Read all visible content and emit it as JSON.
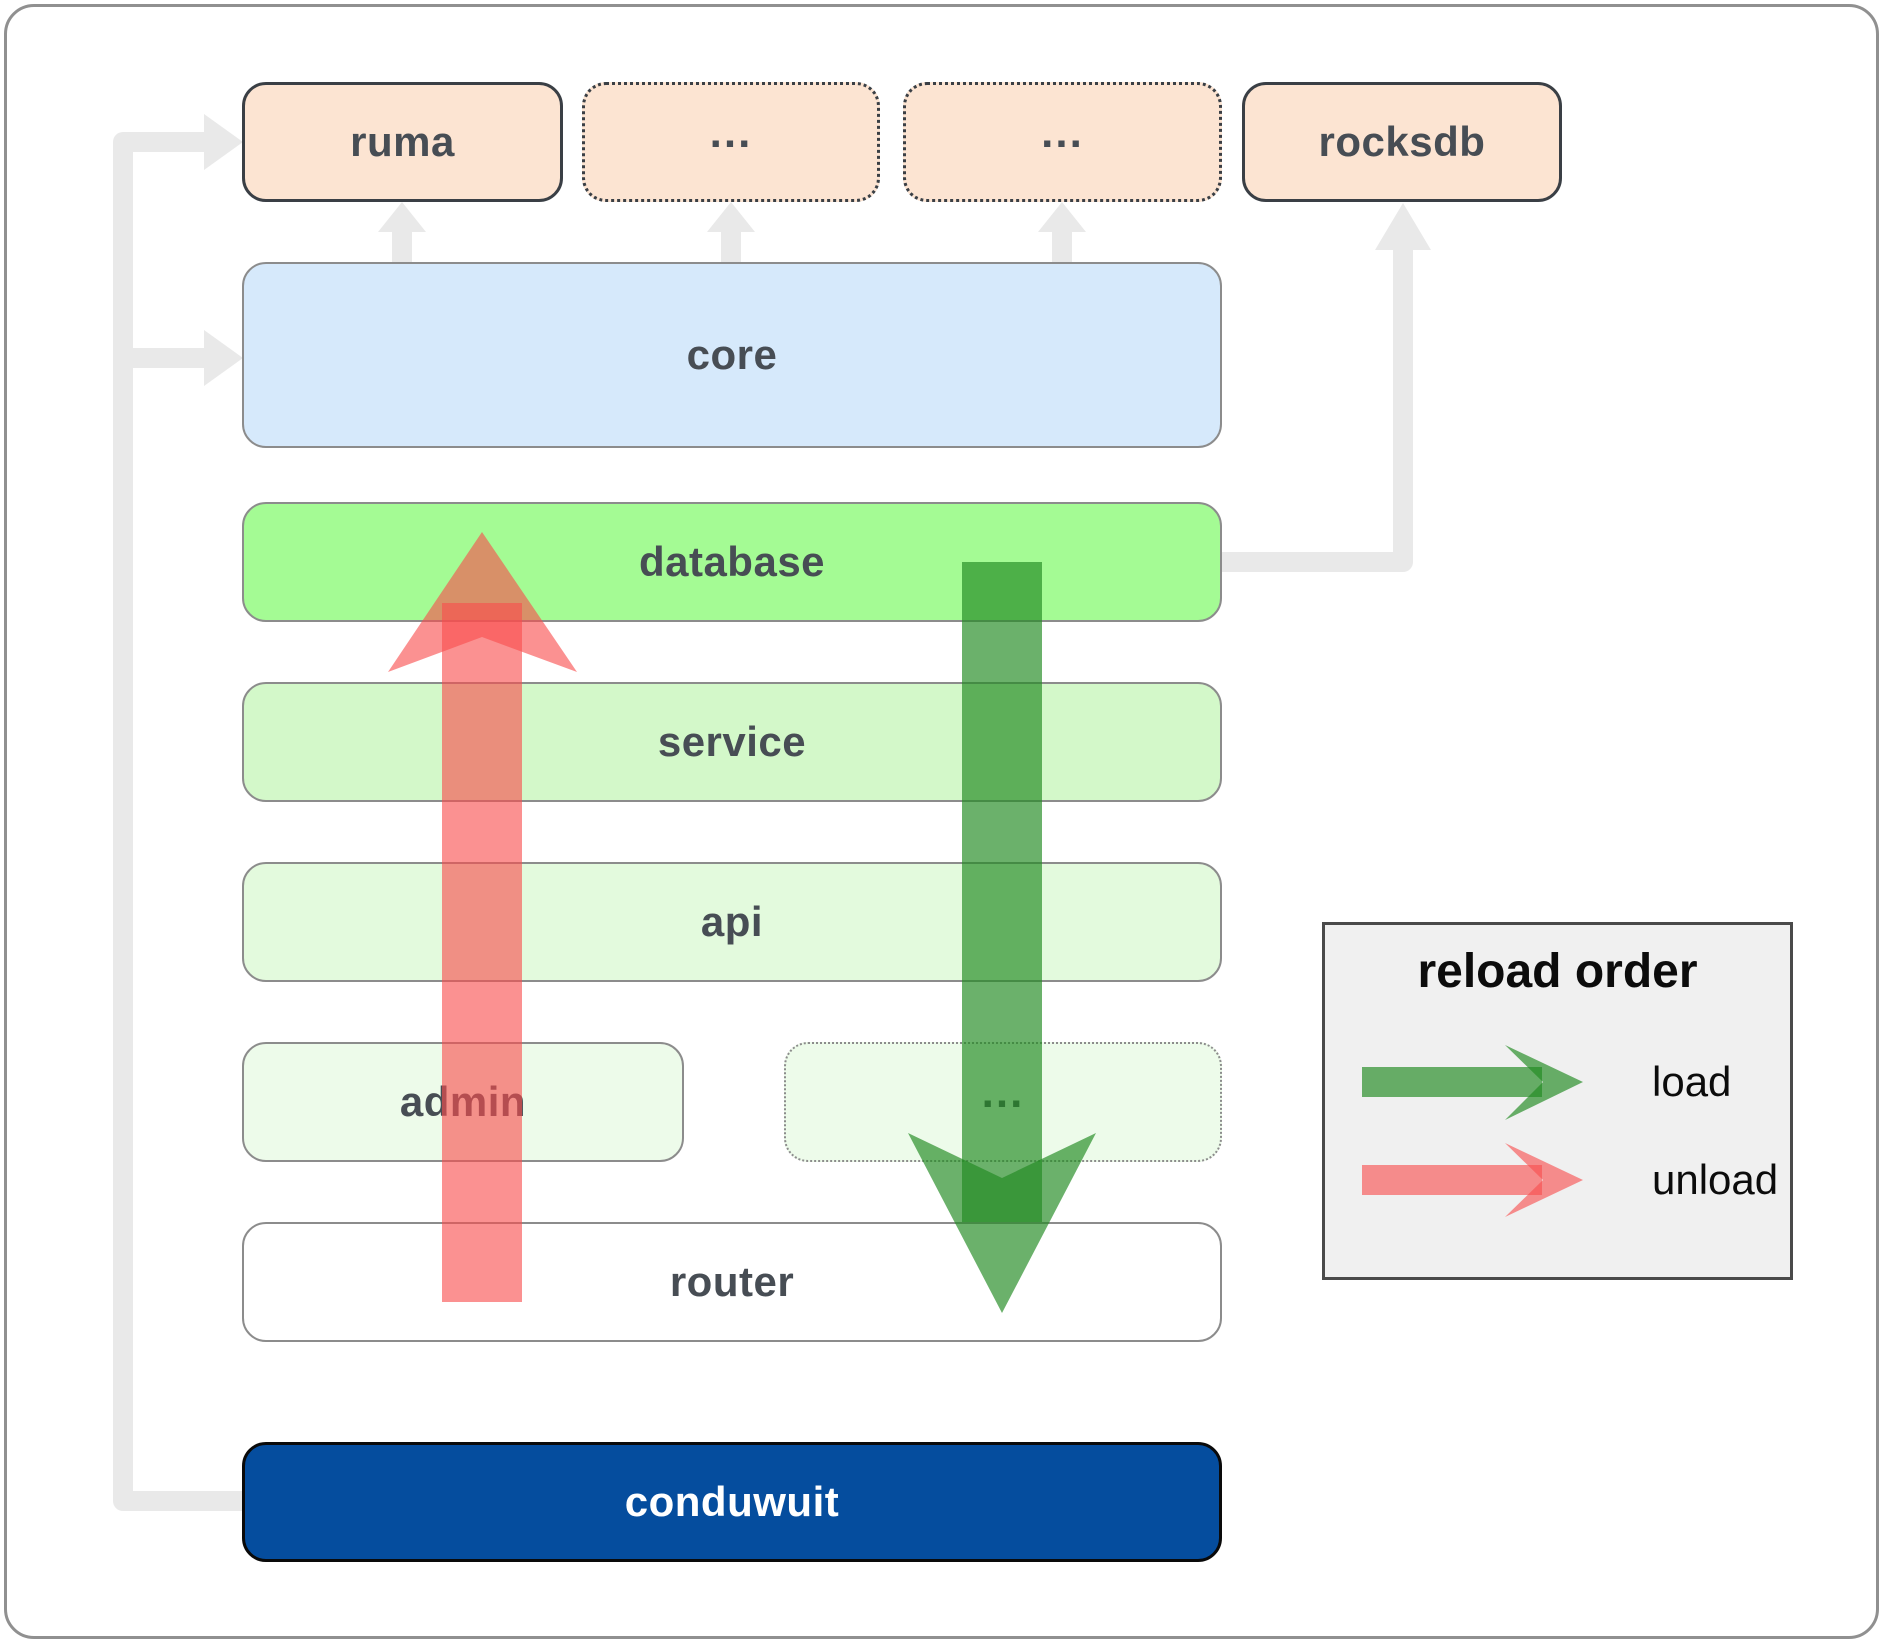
{
  "boxes": {
    "ruma": "ruma",
    "ellipsis_top_1": "...",
    "ellipsis_top_2": "...",
    "rocksdb": "rocksdb",
    "core": "core",
    "database": "database",
    "service": "service",
    "api": "api",
    "admin": "admin",
    "ellipsis_bottom": "...",
    "router": "router",
    "conduwuit": "conduwuit"
  },
  "legend": {
    "title": "reload order",
    "load_label": "load",
    "unload_label": "unload"
  },
  "colors": {
    "frame_border": "#909090",
    "box_peach": "#fce4d2",
    "box_blue": "#d6e9fb",
    "box_green_bright": "#a4fb94",
    "box_green_light": "#d3f8c9",
    "box_green_lighter": "#e3fadd",
    "box_green_faint": "#edfbea",
    "box_navy": "#054d9e",
    "border_dark": "#3a3f45",
    "border_gray": "#8c8c8c",
    "connector_gray": "#e9e9e9",
    "arrow_green": "#228b22",
    "arrow_red": "#f84e4e",
    "text_dark": "#474d54",
    "text_white": "#ffffff",
    "legend_bg": "#f0f0f0",
    "legend_border": "#4a4a4a"
  }
}
